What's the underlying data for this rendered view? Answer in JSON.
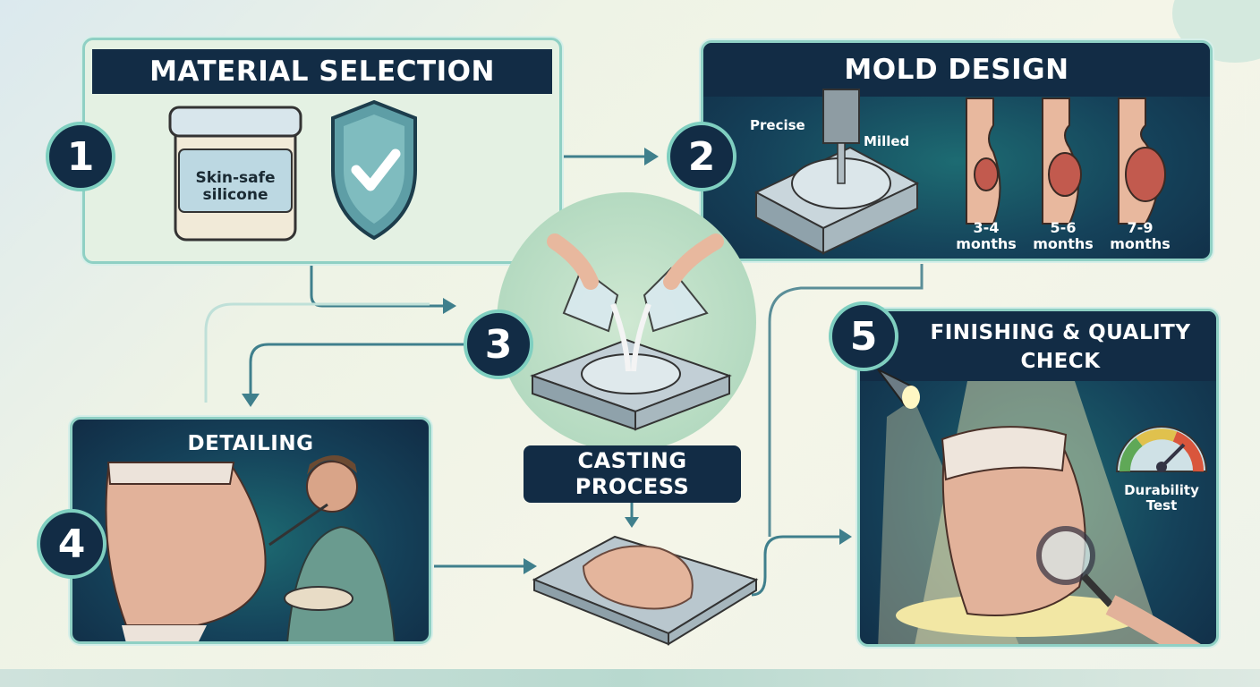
{
  "steps": [
    {
      "number": "1",
      "title": "MATERIAL SELECTION",
      "jar_label": "Skin-safe silicone"
    },
    {
      "number": "2",
      "title": "MOLD DESIGN",
      "annotations": [
        "Precise",
        "Milled"
      ],
      "stages": [
        "3-4 months",
        "5-6 months",
        "7-9 months"
      ]
    },
    {
      "number": "3",
      "title": "CASTING PROCESS"
    },
    {
      "number": "4",
      "title": "DETAILING"
    },
    {
      "number": "5",
      "title": "FINISHING & QUALITY CHECK",
      "gauge_label": "Durability Test"
    }
  ],
  "colors": {
    "navy": "#122c45",
    "teal": "#7fcfc0",
    "arrow": "#3f7f8c",
    "skin": "#e8b89e"
  }
}
